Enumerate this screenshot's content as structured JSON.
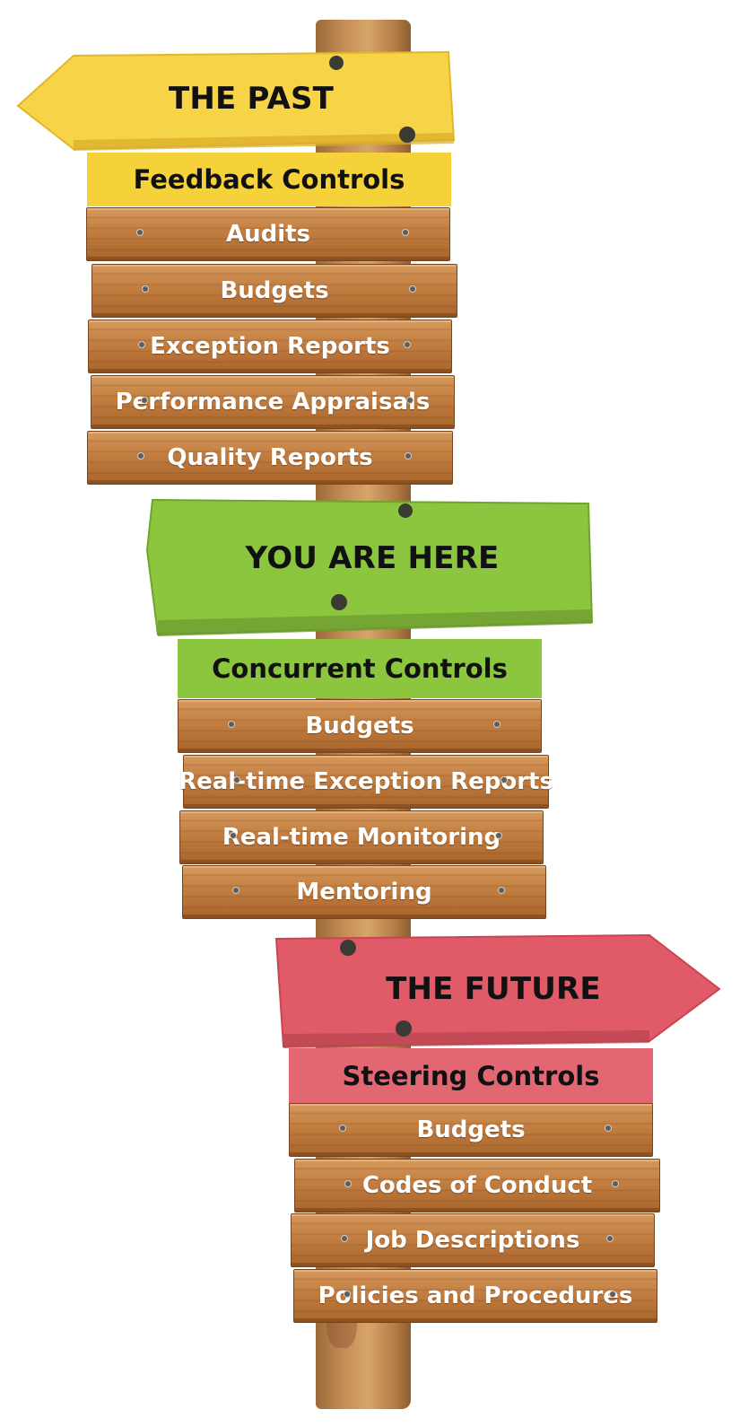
{
  "colors": {
    "past": "#f7d348",
    "present": "#8cc63f",
    "future": "#e05a67",
    "plank": "#c27d40",
    "plank_text": "#ffffff"
  },
  "signs": [
    {
      "title": "THE PAST",
      "category": "Feedback Controls",
      "items": [
        "Audits",
        "Budgets",
        "Exception Reports",
        "Performance Appraisals",
        "Quality Reports"
      ]
    },
    {
      "title": "YOU ARE HERE",
      "category": "Concurrent Controls",
      "items": [
        "Budgets",
        "Real-time Exception Reports",
        "Real-time Monitoring",
        "Mentoring"
      ]
    },
    {
      "title": "THE FUTURE",
      "category": "Steering Controls",
      "items": [
        "Budgets",
        "Codes of Conduct",
        "Job Descriptions",
        "Policies and Procedures"
      ]
    }
  ]
}
